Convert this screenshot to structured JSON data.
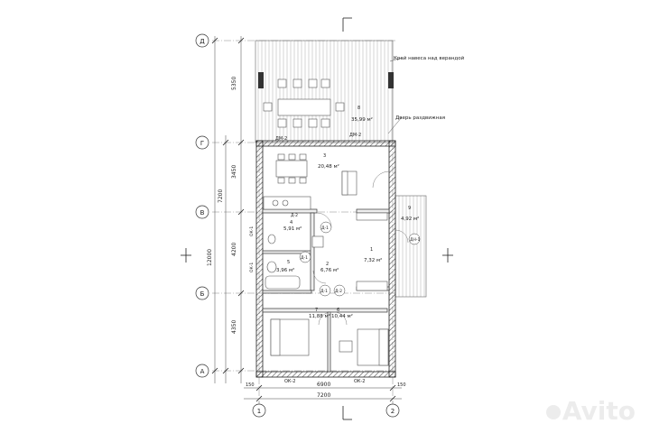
{
  "axes": {
    "rows": [
      "Д",
      "Г",
      "В",
      "Б",
      "А"
    ],
    "cols": [
      "1",
      "2"
    ]
  },
  "dimensions": {
    "right_segments": [
      "5350",
      "3450",
      "4200",
      "4350"
    ],
    "right_total": "7200",
    "far_total": "12000",
    "bottom_inner": "6900",
    "bottom_total": "7200",
    "edge_150": "150"
  },
  "annotations": {
    "canopy_edge": "Край навеса над верандой",
    "sliding_door": "Дверь раздвижная"
  },
  "rooms": [
    {
      "num": "8",
      "area": "35,99 м²"
    },
    {
      "num": "3",
      "area": "20,48 м²"
    },
    {
      "num": "4",
      "area": "5,91 м²"
    },
    {
      "num": "1",
      "area": "7,32 м²"
    },
    {
      "num": "2",
      "area": "6,76 м²"
    },
    {
      "num": "5",
      "area": "3,96 м²"
    },
    {
      "num": "7",
      "area": "11,88 м²"
    },
    {
      "num": "6",
      "area": "10,44 м²"
    },
    {
      "num": "9",
      "area": "4,92 м²"
    }
  ],
  "doors": {
    "dm2_a": "ДМ-2",
    "dm2_b": "ДМ-2",
    "d1_a": "Д-1",
    "d1_b": "Д-1",
    "d1_c": "Д-1",
    "d2_a": "Д-2",
    "d2_b": "Д-2",
    "dn1": "ДН-1"
  },
  "windows": {
    "ok1_a": "ОК-1",
    "ok1_b": "ОК-1",
    "ok2_a": "ОК-2",
    "ok2_b": "ОК-2"
  },
  "watermark": "Avito"
}
